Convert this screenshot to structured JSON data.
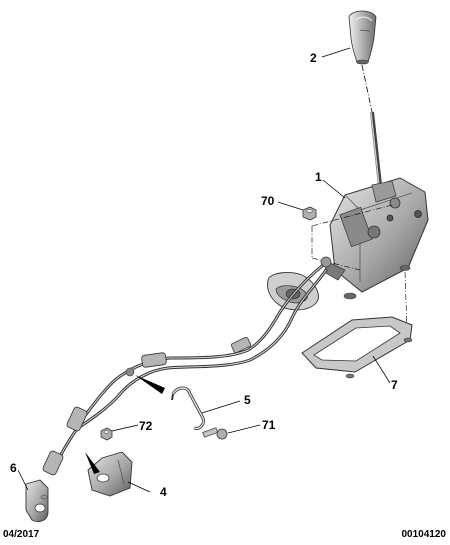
{
  "callouts": {
    "c1": "1",
    "c2": "2",
    "c4": "4",
    "c5": "5",
    "c6": "6",
    "c7": "7",
    "c70": "70",
    "c71": "71",
    "c72": "72"
  },
  "footer": {
    "date": "04/2017",
    "reference": "00104120"
  }
}
